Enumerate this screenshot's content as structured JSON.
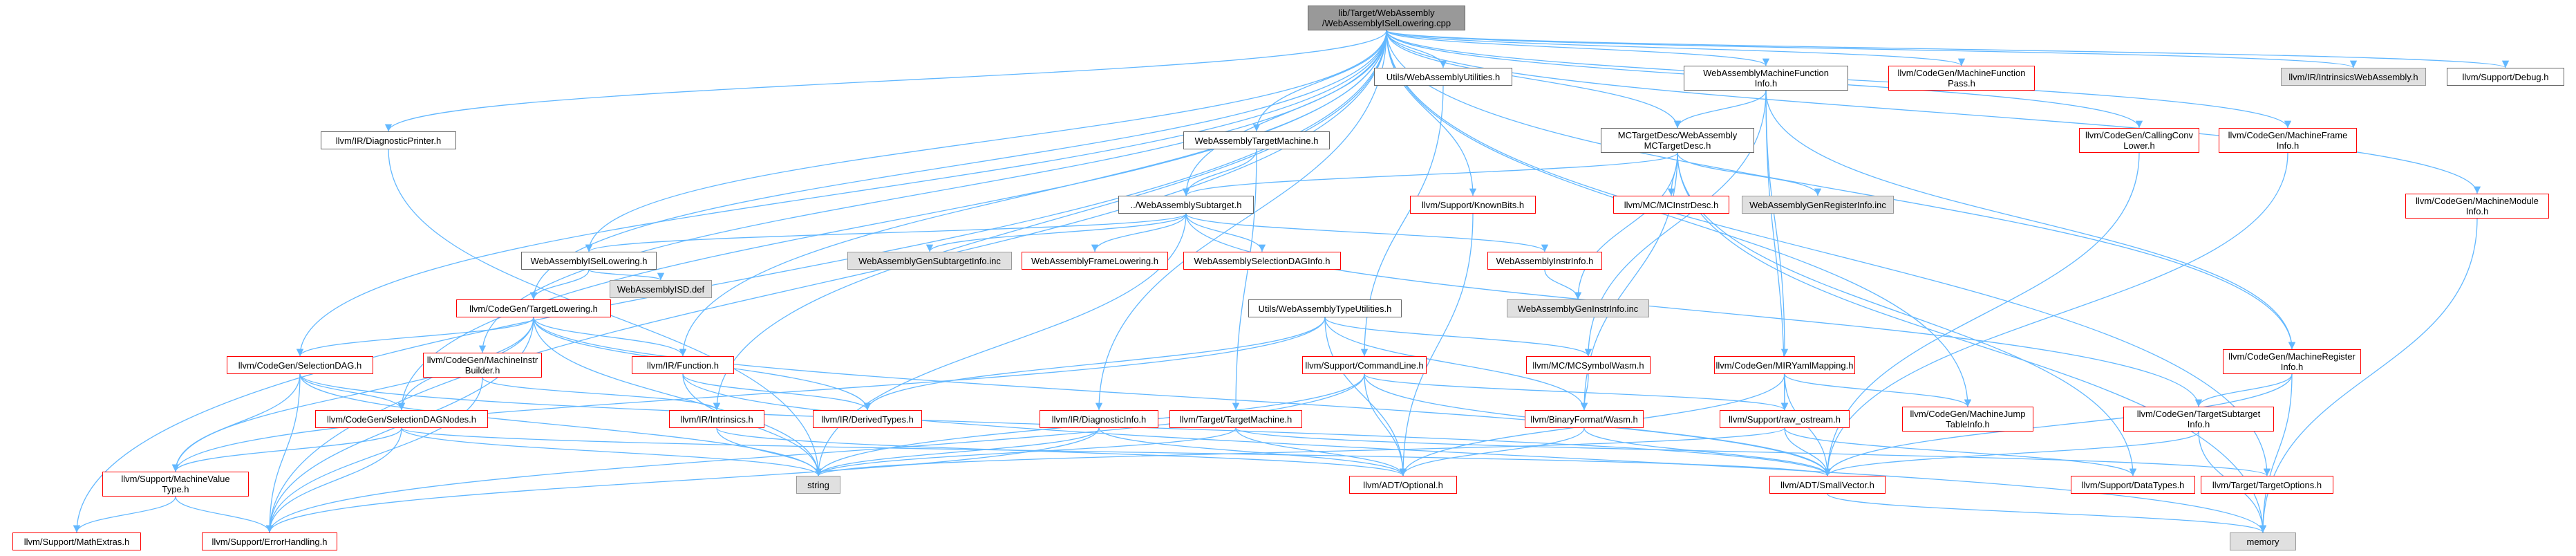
{
  "nodes": [
    {
      "id": "root",
      "label": [
        "lib/Target/WebAssembly",
        "/WebAssemblyISelLowering.cpp"
      ],
      "style": "root"
    },
    {
      "id": "utils_util",
      "label": [
        "Utils/WebAssemblyUtilities.h"
      ],
      "style": "plain"
    },
    {
      "id": "mfinfo",
      "label": [
        "WebAssemblyMachineFunction",
        "Info.h"
      ],
      "style": "plain"
    },
    {
      "id": "cg_mfpass",
      "label": [
        "llvm/CodeGen/MachineFunction",
        "Pass.h"
      ],
      "style": "red"
    },
    {
      "id": "ir_intr_wasm",
      "label": [
        "llvm/IR/IntrinsicsWebAssembly.h"
      ],
      "style": "gray"
    },
    {
      "id": "sup_debug",
      "label": [
        "llvm/Support/Debug.h"
      ],
      "style": "plain"
    },
    {
      "id": "ir_diagprinter",
      "label": [
        "llvm/IR/DiagnosticPrinter.h"
      ],
      "style": "plain"
    },
    {
      "id": "tm_h",
      "label": [
        "WebAssemblyTargetMachine.h"
      ],
      "style": "plain"
    },
    {
      "id": "mcdesc",
      "label": [
        "MCTargetDesc/WebAssembly",
        "MCTargetDesc.h"
      ],
      "style": "plain"
    },
    {
      "id": "cg_callconv",
      "label": [
        "llvm/CodeGen/CallingConv",
        "Lower.h"
      ],
      "style": "red"
    },
    {
      "id": "cg_mframe",
      "label": [
        "llvm/CodeGen/MachineFrame",
        "Info.h"
      ],
      "style": "red"
    },
    {
      "id": "cg_mmodule",
      "label": [
        "llvm/CodeGen/MachineModule",
        "Info.h"
      ],
      "style": "red"
    },
    {
      "id": "subtarget",
      "label": [
        "../WebAssemblySubtarget.h"
      ],
      "style": "plain"
    },
    {
      "id": "sup_knownbits",
      "label": [
        "llvm/Support/KnownBits.h"
      ],
      "style": "red"
    },
    {
      "id": "mc_instrdesc",
      "label": [
        "llvm/MC/MCInstrDesc.h"
      ],
      "style": "red"
    },
    {
      "id": "genreg",
      "label": [
        "WebAssemblyGenRegisterInfo.inc"
      ],
      "style": "gray"
    },
    {
      "id": "isellowering",
      "label": [
        "WebAssemblyISelLowering.h"
      ],
      "style": "plain"
    },
    {
      "id": "gensubtarget",
      "label": [
        "WebAssemblyGenSubtargetInfo.inc"
      ],
      "style": "gray"
    },
    {
      "id": "framelowering",
      "label": [
        "WebAssemblyFrameLowering.h"
      ],
      "style": "red"
    },
    {
      "id": "seldaginfo",
      "label": [
        "WebAssemblySelectionDAGInfo.h"
      ],
      "style": "red"
    },
    {
      "id": "instrinfo",
      "label": [
        "WebAssemblyInstrInfo.h"
      ],
      "style": "red"
    },
    {
      "id": "isd_def",
      "label": [
        "WebAssemblyISD.def"
      ],
      "style": "gray"
    },
    {
      "id": "geninstr",
      "label": [
        "WebAssemblyGenInstrInfo.inc"
      ],
      "style": "gray"
    },
    {
      "id": "cg_tlowering",
      "label": [
        "llvm/CodeGen/TargetLowering.h"
      ],
      "style": "red"
    },
    {
      "id": "typeutils",
      "label": [
        "Utils/WebAssemblyTypeUtilities.h"
      ],
      "style": "plain"
    },
    {
      "id": "cg_seldag",
      "label": [
        "llvm/CodeGen/SelectionDAG.h"
      ],
      "style": "red"
    },
    {
      "id": "cg_minstrbuilder",
      "label": [
        "llvm/CodeGen/MachineInstr",
        "Builder.h"
      ],
      "style": "red"
    },
    {
      "id": "ir_function",
      "label": [
        "llvm/IR/Function.h"
      ],
      "style": "red"
    },
    {
      "id": "mc_symwasm",
      "label": [
        "llvm/MC/MCSymbolWasm.h"
      ],
      "style": "red"
    },
    {
      "id": "sup_cmdline",
      "label": [
        "llvm/Support/CommandLine.h"
      ],
      "style": "red"
    },
    {
      "id": "cg_mir",
      "label": [
        "llvm/CodeGen/MIRYamlMapping.h"
      ],
      "style": "red"
    },
    {
      "id": "cg_mreginfo",
      "label": [
        "llvm/CodeGen/MachineRegister",
        "Info.h"
      ],
      "style": "red"
    },
    {
      "id": "ir_intrinsics",
      "label": [
        "llvm/IR/Intrinsics.h"
      ],
      "style": "red"
    },
    {
      "id": "cg_seldagnodes",
      "label": [
        "llvm/CodeGen/SelectionDAGNodes.h"
      ],
      "style": "red"
    },
    {
      "id": "ir_derived",
      "label": [
        "llvm/IR/DerivedTypes.h"
      ],
      "style": "red"
    },
    {
      "id": "ir_diaginfo",
      "label": [
        "llvm/IR/DiagnosticInfo.h"
      ],
      "style": "red"
    },
    {
      "id": "tgt_tm",
      "label": [
        "llvm/Target/TargetMachine.h"
      ],
      "style": "red"
    },
    {
      "id": "bf_wasm",
      "label": [
        "llvm/BinaryFormat/Wasm.h"
      ],
      "style": "red"
    },
    {
      "id": "sup_rawos",
      "label": [
        "llvm/Support/raw_ostream.h"
      ],
      "style": "red"
    },
    {
      "id": "cg_mjt",
      "label": [
        "llvm/CodeGen/MachineJump",
        "TableInfo.h"
      ],
      "style": "red"
    },
    {
      "id": "cg_tsubtarget",
      "label": [
        "llvm/CodeGen/TargetSubtarget",
        "Info.h"
      ],
      "style": "red"
    },
    {
      "id": "sup_mvt",
      "label": [
        "llvm/Support/MachineValue",
        "Type.h"
      ],
      "style": "red"
    },
    {
      "id": "string",
      "label": [
        "string"
      ],
      "style": "gray"
    },
    {
      "id": "adt_optional",
      "label": [
        "llvm/ADT/Optional.h"
      ],
      "style": "red"
    },
    {
      "id": "adt_smallvec",
      "label": [
        "llvm/ADT/SmallVector.h"
      ],
      "style": "red"
    },
    {
      "id": "sup_datatypes",
      "label": [
        "llvm/Support/DataTypes.h"
      ],
      "style": "red"
    },
    {
      "id": "tgt_options",
      "label": [
        "llvm/Target/TargetOptions.h"
      ],
      "style": "red"
    },
    {
      "id": "sup_mathextras",
      "label": [
        "llvm/Support/MathExtras.h"
      ],
      "style": "red"
    },
    {
      "id": "sup_errhandling",
      "label": [
        "llvm/Support/ErrorHandling.h"
      ],
      "style": "red"
    },
    {
      "id": "memory",
      "label": [
        "memory"
      ],
      "style": "gray"
    }
  ],
  "edges": [
    [
      "root",
      "utils_util"
    ],
    [
      "root",
      "mfinfo"
    ],
    [
      "root",
      "cg_mfpass"
    ],
    [
      "root",
      "ir_intr_wasm"
    ],
    [
      "root",
      "sup_debug"
    ],
    [
      "root",
      "ir_diagprinter"
    ],
    [
      "root",
      "tm_h"
    ],
    [
      "root",
      "mcdesc"
    ],
    [
      "root",
      "cg_callconv"
    ],
    [
      "root",
      "cg_mframe"
    ],
    [
      "root",
      "cg_mmodule"
    ],
    [
      "root",
      "subtarget"
    ],
    [
      "root",
      "sup_knownbits"
    ],
    [
      "root",
      "isellowering"
    ],
    [
      "root",
      "cg_tlowering"
    ],
    [
      "root",
      "cg_seldag"
    ],
    [
      "root",
      "cg_minstrbuilder"
    ],
    [
      "root",
      "ir_function"
    ],
    [
      "root",
      "ir_intrinsics"
    ],
    [
      "root",
      "cg_seldagnodes"
    ],
    [
      "root",
      "ir_diaginfo"
    ],
    [
      "root",
      "cg_mjt"
    ],
    [
      "root",
      "cg_mreginfo"
    ],
    [
      "root",
      "sup_mathextras"
    ],
    [
      "root",
      "sup_errhandling"
    ],
    [
      "root",
      "tgt_options"
    ],
    [
      "utils_util",
      "sup_cmdline"
    ],
    [
      "mfinfo",
      "mcdesc"
    ],
    [
      "mfinfo",
      "mc_symwasm"
    ],
    [
      "mfinfo",
      "cg_mir"
    ],
    [
      "mfinfo",
      "cg_mreginfo"
    ],
    [
      "mfinfo",
      "sup_rawos"
    ],
    [
      "ir_diagprinter",
      "string"
    ],
    [
      "tm_h",
      "subtarget"
    ],
    [
      "tm_h",
      "tgt_tm"
    ],
    [
      "mcdesc",
      "subtarget"
    ],
    [
      "mcdesc",
      "mc_instrdesc"
    ],
    [
      "mcdesc",
      "genreg"
    ],
    [
      "mcdesc",
      "geninstr"
    ],
    [
      "mcdesc",
      "bf_wasm"
    ],
    [
      "mcdesc",
      "sup_datatypes"
    ],
    [
      "mcdesc",
      "memory"
    ],
    [
      "cg_callconv",
      "adt_smallvec"
    ],
    [
      "cg_mframe",
      "adt_smallvec"
    ],
    [
      "cg_mmodule",
      "memory"
    ],
    [
      "subtarget",
      "isellowering"
    ],
    [
      "subtarget",
      "gensubtarget"
    ],
    [
      "subtarget",
      "framelowering"
    ],
    [
      "subtarget",
      "seldaginfo"
    ],
    [
      "subtarget",
      "instrinfo"
    ],
    [
      "subtarget",
      "cg_tsubtarget"
    ],
    [
      "subtarget",
      "string"
    ],
    [
      "sup_knownbits",
      "adt_optional"
    ],
    [
      "isellowering",
      "cg_tlowering"
    ],
    [
      "isellowering",
      "isd_def"
    ],
    [
      "instrinfo",
      "geninstr"
    ],
    [
      "cg_tlowering",
      "cg_seldag"
    ],
    [
      "cg_tlowering",
      "cg_seldagnodes"
    ],
    [
      "cg_tlowering",
      "ir_derived"
    ],
    [
      "cg_tlowering",
      "ir_function"
    ],
    [
      "cg_tlowering",
      "sup_mvt"
    ],
    [
      "cg_tlowering",
      "string"
    ],
    [
      "cg_tlowering",
      "adt_smallvec"
    ],
    [
      "cg_tlowering",
      "sup_errhandling"
    ],
    [
      "typeutils",
      "adt_optional"
    ],
    [
      "typeutils",
      "mc_symwasm"
    ],
    [
      "typeutils",
      "ir_derived"
    ],
    [
      "typeutils",
      "bf_wasm"
    ],
    [
      "typeutils",
      "sup_mvt"
    ],
    [
      "cg_seldag",
      "cg_seldagnodes"
    ],
    [
      "cg_seldag",
      "sup_mvt"
    ],
    [
      "cg_seldag",
      "sup_errhandling"
    ],
    [
      "cg_seldag",
      "string"
    ],
    [
      "cg_seldag",
      "adt_smallvec"
    ],
    [
      "cg_minstrbuilder",
      "ir_intrinsics"
    ],
    [
      "cg_minstrbuilder",
      "sup_errhandling"
    ],
    [
      "ir_function",
      "ir_derived"
    ],
    [
      "ir_function",
      "string"
    ],
    [
      "ir_function",
      "memory"
    ],
    [
      "mc_symwasm",
      "bf_wasm"
    ],
    [
      "sup_cmdline",
      "adt_optional"
    ],
    [
      "sup_cmdline",
      "adt_smallvec"
    ],
    [
      "sup_cmdline",
      "string"
    ],
    [
      "sup_cmdline",
      "sup_rawos"
    ],
    [
      "sup_cmdline",
      "sup_errhandling"
    ],
    [
      "cg_mir",
      "sup_rawos"
    ],
    [
      "cg_mir",
      "cg_mjt"
    ],
    [
      "cg_mir",
      "adt_optional"
    ],
    [
      "cg_mir",
      "adt_smallvec"
    ],
    [
      "cg_mreginfo",
      "cg_tsubtarget"
    ],
    [
      "cg_mreginfo",
      "adt_smallvec"
    ],
    [
      "cg_mreginfo",
      "memory"
    ],
    [
      "ir_intrinsics",
      "adt_optional"
    ],
    [
      "ir_intrinsics",
      "string"
    ],
    [
      "cg_seldagnodes",
      "sup_mvt"
    ],
    [
      "cg_seldagnodes",
      "sup_errhandling"
    ],
    [
      "cg_seldagnodes",
      "adt_smallvec"
    ],
    [
      "cg_seldagnodes",
      "string"
    ],
    [
      "ir_diaginfo",
      "adt_optional"
    ],
    [
      "ir_diaginfo",
      "string"
    ],
    [
      "ir_diaginfo",
      "sup_errhandling"
    ],
    [
      "tgt_tm",
      "adt_optional"
    ],
    [
      "tgt_tm",
      "string"
    ],
    [
      "tgt_tm",
      "tgt_options"
    ],
    [
      "bf_wasm",
      "adt_optional"
    ],
    [
      "bf_wasm",
      "adt_smallvec"
    ],
    [
      "sup_rawos",
      "sup_datatypes"
    ],
    [
      "sup_rawos",
      "adt_smallvec"
    ],
    [
      "sup_rawos",
      "string"
    ],
    [
      "cg_tsubtarget",
      "adt_smallvec"
    ],
    [
      "cg_tsubtarget",
      "memory"
    ],
    [
      "sup_mvt",
      "sup_mathextras"
    ],
    [
      "sup_mvt",
      "sup_errhandling"
    ],
    [
      "adt_smallvec",
      "memory"
    ]
  ],
  "colors": {
    "edge": "#63b8ff",
    "red_border": "#ff0000",
    "gray_fill": "#e0e0e0",
    "root_fill": "#999999"
  }
}
